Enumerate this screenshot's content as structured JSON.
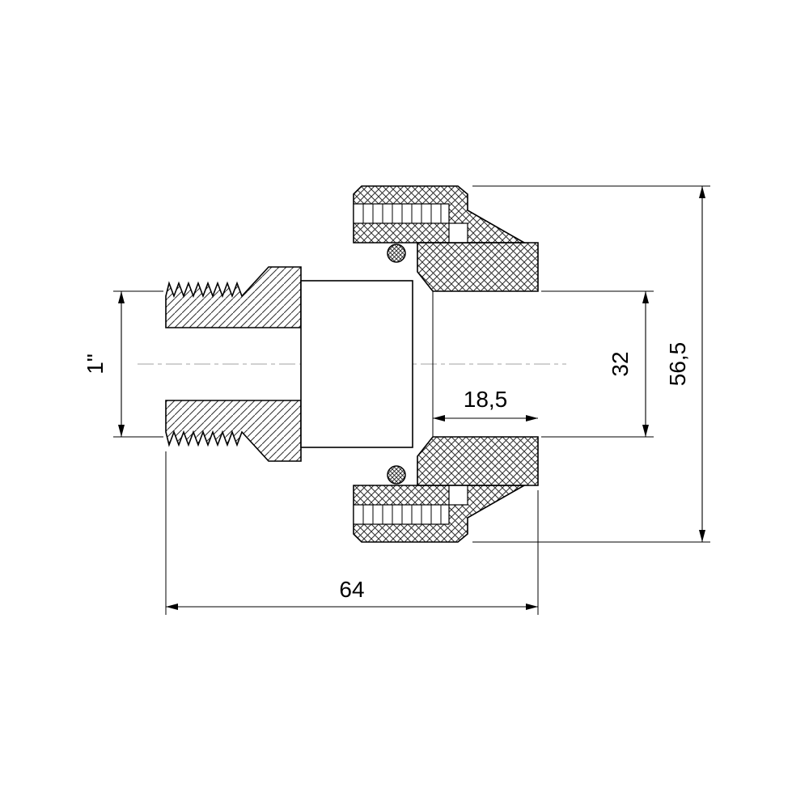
{
  "diagram": {
    "type": "technical-drawing",
    "subject": "threaded pipe union fitting cross-section",
    "background_color": "#ffffff",
    "line_color": "#000000",
    "centerline_color": "#b3b3b3",
    "hatch_styles": {
      "male_adapter": "diagonal",
      "union_nut": "cross",
      "socket_piece": "cross"
    },
    "dimensions": {
      "thread_size": {
        "label": "1\"",
        "orientation": "vertical",
        "location": "left"
      },
      "socket_depth": {
        "label": "18,5",
        "orientation": "horizontal",
        "location": "inside-socket"
      },
      "inner_diameter": {
        "label": "32",
        "orientation": "vertical",
        "location": "right"
      },
      "body_height": {
        "label": "56,5",
        "orientation": "vertical",
        "location": "far-right"
      },
      "overall_length": {
        "label": "64",
        "orientation": "horizontal",
        "location": "bottom"
      }
    }
  }
}
